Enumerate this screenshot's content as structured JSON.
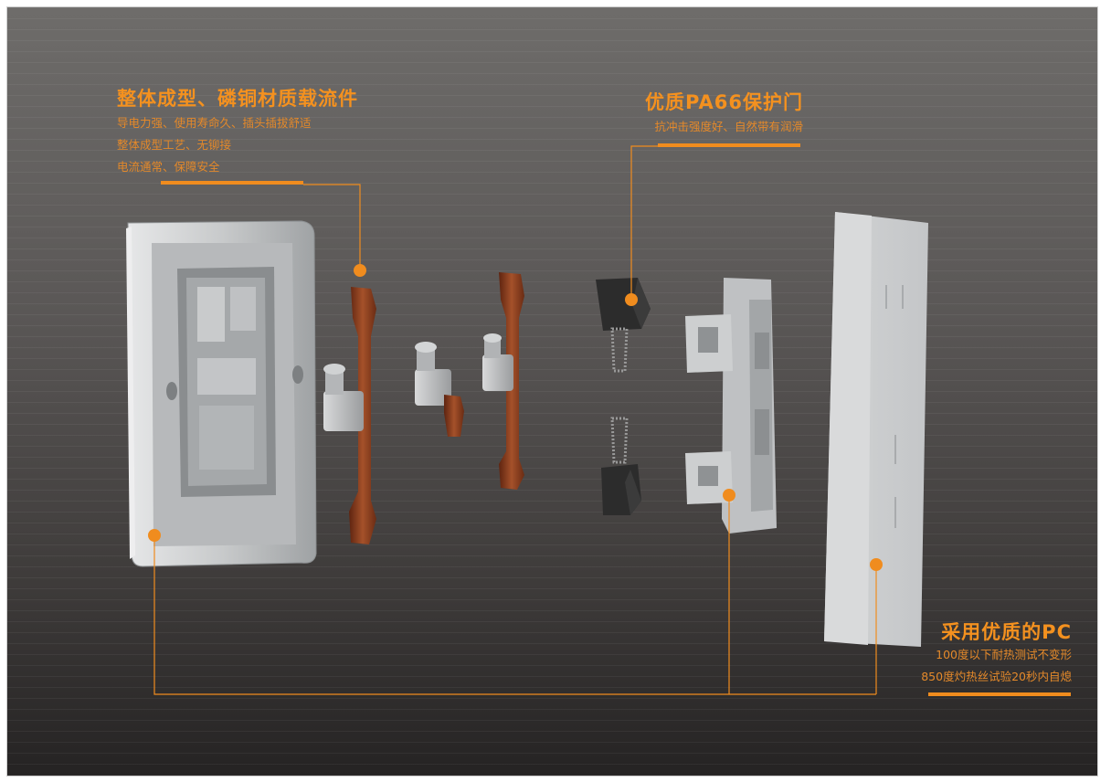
{
  "callouts": {
    "contact": {
      "title": "整体成型、磷铜材质载流件",
      "lines": [
        "导电力强、使用寿命久、插头插拔舒适",
        "整体成型工艺、无铆接",
        "电流通常、保障安全"
      ]
    },
    "door": {
      "title": "优质PA66保护门",
      "lines": [
        "抗冲击强度好、自然带有润滑"
      ]
    },
    "pc": {
      "title": "采用优质的PC",
      "lines": [
        "100度以下耐热测试不变形",
        "850度灼热丝试验20秒内自熄"
      ]
    }
  },
  "colors": {
    "accent": "#f08c1e",
    "background_top": "#6e6c6a",
    "background_bottom": "#252323",
    "copper": "#8a3a1c",
    "plastic": "#c9cbcc",
    "door_black": "#2a2a2a"
  }
}
